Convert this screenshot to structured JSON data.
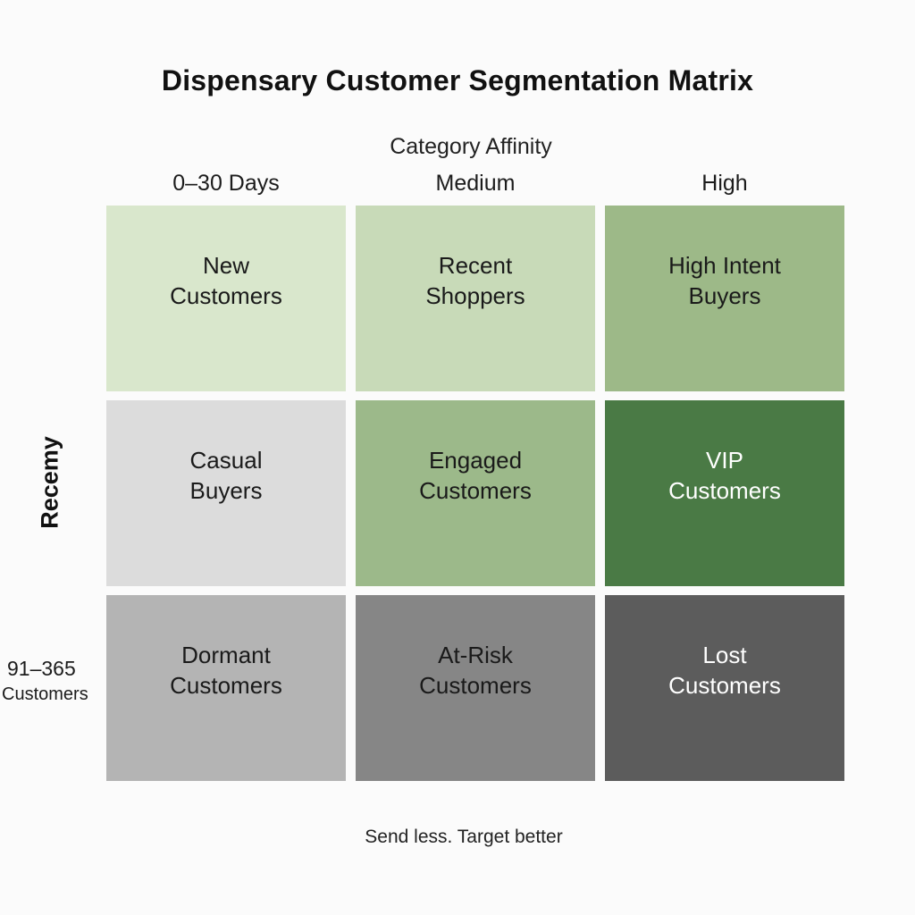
{
  "title": "Dispensary Customer Segmentation Matrix",
  "x_axis_title": "Category Affinity",
  "y_axis_title": "Recemy",
  "column_headers": [
    "0–30 Days",
    "Medium",
    "High"
  ],
  "row_label_bottom": {
    "line1": "91–365",
    "line2": "Customers"
  },
  "cells": [
    {
      "line1": "New",
      "line2": "Customers",
      "color": "#d9e7cc",
      "text_color": "#1a1a1a"
    },
    {
      "line1": "Recent",
      "line2": "Shoppers",
      "color": "#c8dab8",
      "text_color": "#1a1a1a"
    },
    {
      "line1": "High Intent",
      "line2": "Buyers",
      "color": "#9db988",
      "text_color": "#1a1a1a"
    },
    {
      "line1": "Casual",
      "line2": "Buyers",
      "color": "#dcdcdc",
      "text_color": "#1a1a1a"
    },
    {
      "line1": "Engaged",
      "line2": "Customers",
      "color": "#9cb98a",
      "text_color": "#1a1a1a"
    },
    {
      "line1": "VIP",
      "line2": "Customers",
      "color": "#4a7a45",
      "text_color": "#ffffff"
    },
    {
      "line1": "Dormant",
      "line2": "Customers",
      "color": "#b4b4b4",
      "text_color": "#1a1a1a"
    },
    {
      "line1": "At-Risk",
      "line2": "Customers",
      "color": "#868686",
      "text_color": "#1a1a1a"
    },
    {
      "line1": "Lost",
      "line2": "Customers",
      "color": "#5c5c5c",
      "text_color": "#ffffff"
    }
  ],
  "caption": "Send less. Target better"
}
